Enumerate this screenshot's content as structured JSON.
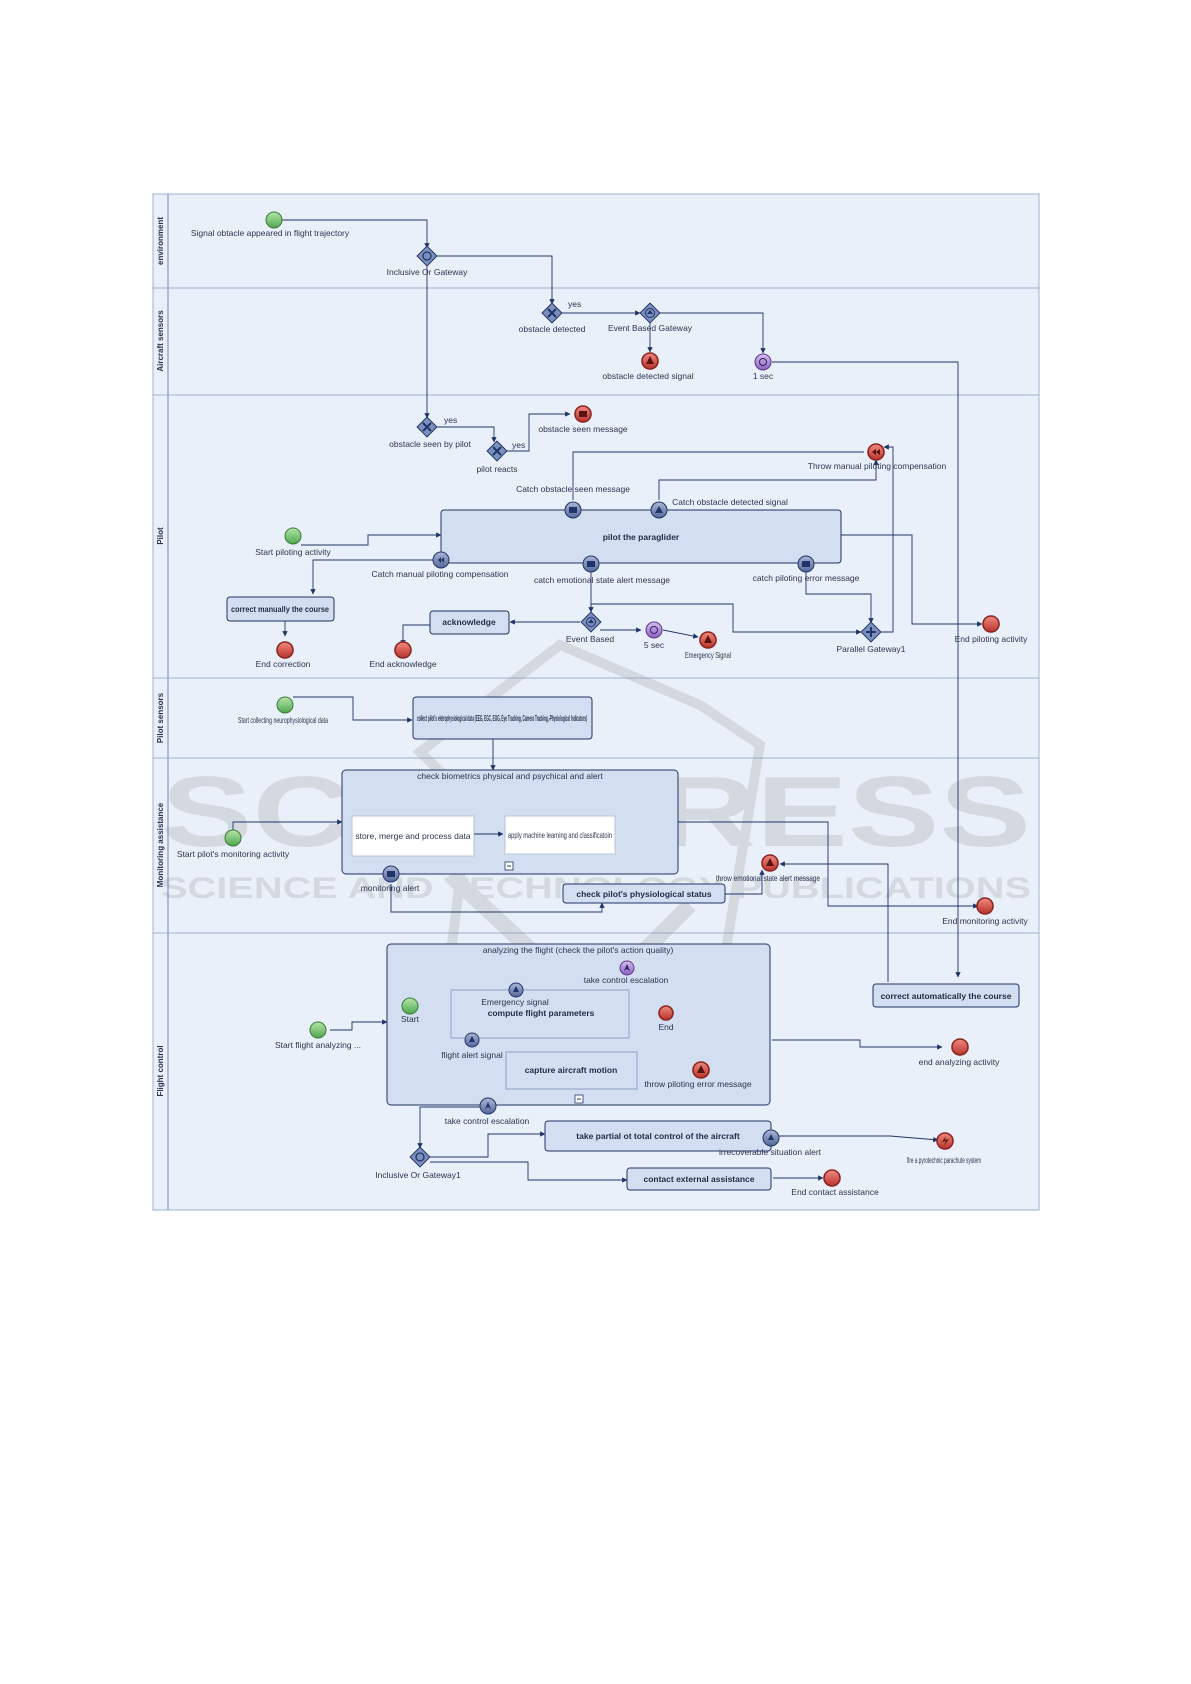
{
  "lanes": [
    "environment",
    "Aircraft sensors",
    "Pilot",
    "Pilot sensors",
    "Monitoring assistance",
    "Flight control"
  ],
  "environment": {
    "start_event": "Signal obtacle appeared in flight trajectory",
    "gateway": "Inclusive Or Gateway"
  },
  "aircraft_sensors": {
    "gateway_obstacle": "obstacle detected",
    "flow_yes": "yes",
    "event_gateway": "Event Based Gateway",
    "signal_end": "obstacle detected signal",
    "timer": "1 sec"
  },
  "pilot": {
    "gateway_seen": "obstacle seen by pilot",
    "flow_yes_1": "yes",
    "gateway_reacts": "pilot reacts",
    "flow_yes_2": "yes",
    "message_end": "obstacle seen message",
    "throw_compensation": "Throw manual piloting compensation",
    "catch_seen": "Catch obstacle seen message",
    "catch_detected": "Catch obstacle detected signal",
    "task_main": "pilot the paraglider",
    "start": "Start piloting activity",
    "catch_compensation": "Catch manual piloting compensation",
    "catch_emotional": "catch emotional state alert  message",
    "catch_error": "catch piloting error message",
    "task_correct": "correct manually the course",
    "task_ack": "acknowledge",
    "event_based": "Event Based",
    "timer_5": "5 sec",
    "emergency": "Emergency Signal",
    "parallel": "Parallel Gateway1",
    "end_piloting": "End piloting activity",
    "end_correction": "End correction",
    "end_ack": "End  acknowledge"
  },
  "pilot_sensors": {
    "start": "Start collecting neurophysiological data",
    "task": "collect pilot's eletrophysiological data (EEG, EGC, EOG,  Eye Tracking, Camera Tracking,-Physiological Indicators)"
  },
  "monitoring": {
    "subprocess": "check biometrics physical and psychical and alert",
    "task_store": "store, merge and process data",
    "task_ml": "apply machine learning and classificatoin",
    "start": "Start pilot's monitoring activity",
    "monitoring_alert": "monitoring alert",
    "throw_emotional": "throw emotional state alert message",
    "task_check": "check pilot's physiological status",
    "end": "End monitoring activity"
  },
  "flight_control": {
    "subprocess": "analyzing the flight  (check the pilot's action quality)",
    "take_escalation_inner": "take control escalation",
    "emergency_signal": "Emergency signal",
    "task_compute": "compute flight parameters",
    "start_inner": "Start",
    "end_inner": "End",
    "start": "Start flight analyzing ...",
    "flight_alert": "flight alert signal",
    "task_capture": "capture aircraft motion",
    "throw_error": "throw piloting error message",
    "task_auto": "correct automatically the course",
    "end_analyzing": "end analyzing activity",
    "take_escalation": "take control escalation",
    "task_take": "take partial ot total control of the aircraft",
    "irrecoverable": "irrecoverable situation alert",
    "pyrotechnic": "fire a pyrotechnic parachute system",
    "gateway": "Inclusive Or Gateway1",
    "task_contact": "contact external assistance",
    "end_contact": "End contact assistance"
  },
  "watermark": {
    "title": "SCITEPRESS",
    "subtitle": "SCIENCE AND TECHNOLOGY PUBLICATIONS"
  },
  "colors": {
    "lane_bg": "#eaf0f9",
    "task_fill": "#d3def0",
    "stroke": "#1f3468",
    "start": "#6cc26c",
    "end": "#d34b45",
    "intermediate": "#7f90bd",
    "timer": "#b08ad4"
  }
}
